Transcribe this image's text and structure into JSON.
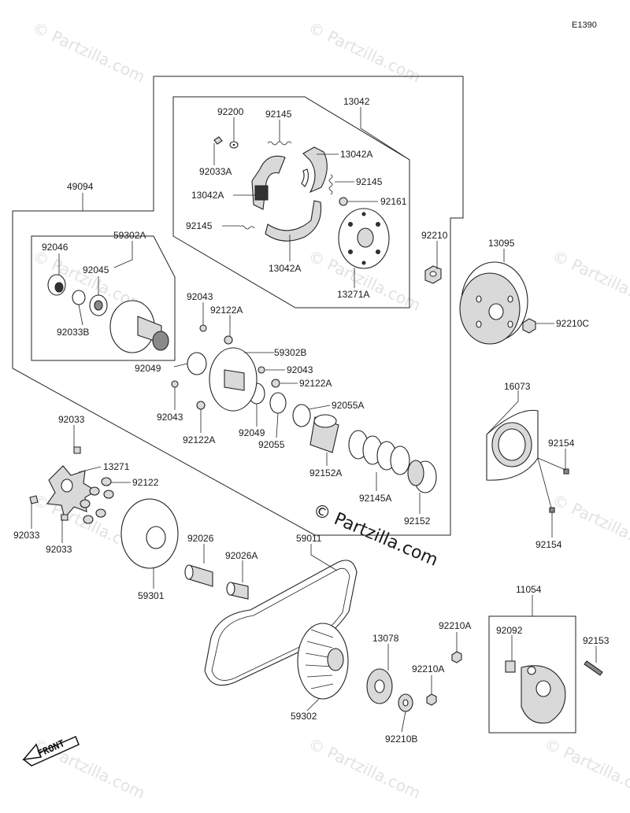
{
  "diagram": {
    "code": "E1390",
    "watermarks": [
      "© Partzilla.com",
      "© Partzilla.com"
    ],
    "copyright": "© Partzilla.com",
    "front_label": "FRONT",
    "labels": [
      "13042",
      "92200",
      "92145",
      "13042A",
      "92033A",
      "13042A",
      "92145",
      "92161",
      "92145",
      "13042A",
      "13271A",
      "92210",
      "13095",
      "92210C",
      "49094",
      "92046",
      "59302A",
      "92045",
      "92033B",
      "92043",
      "92122A",
      "59302B",
      "92049",
      "92043",
      "92122A",
      "92043",
      "92122A",
      "92049",
      "92055",
      "92055A",
      "16073",
      "92154",
      "92152A",
      "92145A",
      "92152",
      "92154",
      "92033",
      "13271",
      "92122",
      "92033",
      "92033",
      "92026",
      "92026A",
      "59011",
      "59301",
      "11054",
      "92210A",
      "13078",
      "92092",
      "92153",
      "92210A",
      "59302",
      "92210B"
    ]
  }
}
